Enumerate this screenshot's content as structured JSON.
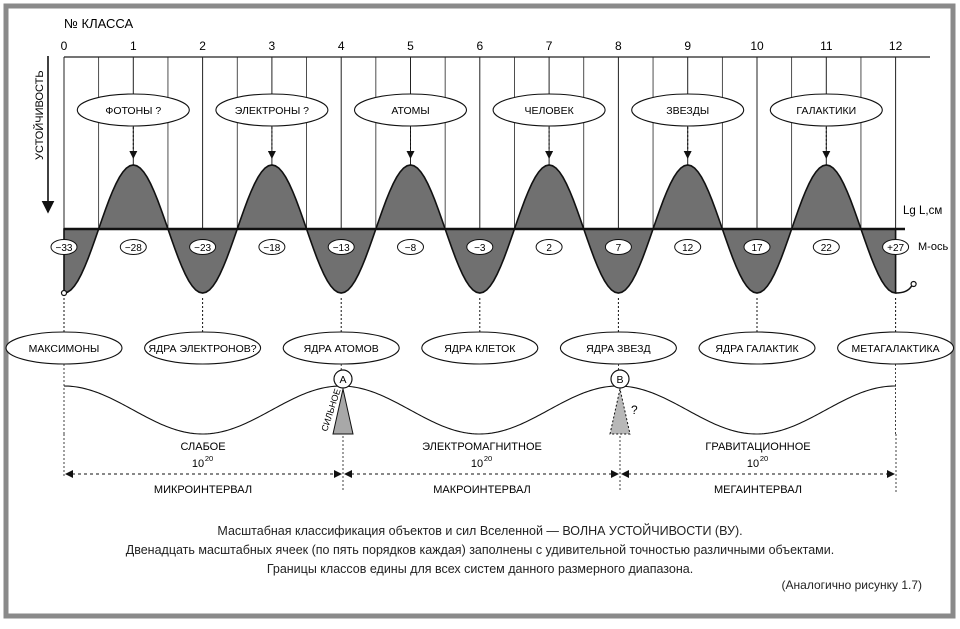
{
  "header": {
    "class_label": "№ КЛАССА",
    "y_axis_label": "УСТОЙЧИВОСТЬ",
    "x_axis_label": "Lg L,см",
    "m_axis_label": "М-ось"
  },
  "class_numbers": [
    "0",
    "1",
    "2",
    "3",
    "4",
    "5",
    "6",
    "7",
    "8",
    "9",
    "10",
    "11",
    "12"
  ],
  "m_values": [
    "−33",
    "−28",
    "−23",
    "−18",
    "−13",
    "−8",
    "−3",
    "2",
    "7",
    "12",
    "17",
    "22",
    "+27"
  ],
  "top_objects": [
    "ФОТОНЫ ?",
    "ЭЛЕКТРОНЫ ?",
    "АТОМЫ",
    "ЧЕЛОВЕК",
    "ЗВЕЗДЫ",
    "ГАЛАКТИКИ"
  ],
  "bottom_objects": [
    "МАКСИМОНЫ",
    "ЯДРА ЭЛЕКТРОНОВ?",
    "ЯДРА АТОМОВ",
    "ЯДРА КЛЕТОК",
    "ЯДРА ЗВЕЗД",
    "ЯДРА ГАЛАКТИК",
    "МЕТАГАЛАКТИКА"
  ],
  "markers": {
    "a": "A",
    "b": "B",
    "strong": "СИЛЬНОЕ",
    "question": "?"
  },
  "forces": [
    {
      "name": "СЛАБОЕ",
      "base": "10",
      "exp": "20"
    },
    {
      "name": "ЭЛЕКТРОМАГНИТНОЕ",
      "base": "10",
      "exp": "20"
    },
    {
      "name": "ГРАВИТАЦИОННОЕ",
      "base": "10",
      "exp": "20"
    }
  ],
  "intervals": [
    "МИКРОИНТЕРВАЛ",
    "МАКРОИНТЕРВАЛ",
    "МЕГАИНТЕРВАЛ"
  ],
  "caption": {
    "line1": "Масштабная классификация объектов и сил Вселенной — ВОЛНА УСТОЙЧИВОСТИ (ВУ).",
    "line2": "Двенадцать масштабных ячеек (по пять порядков каждая) заполнены с удивительной точностью различными объектами.",
    "line3": "Границы классов едины для всех систем данного размерного диапазона.",
    "note": "(Аналогично рисунку 1.7)"
  },
  "colors": {
    "frame": "#888888",
    "fill": "#6e6e6e",
    "line": "#111111",
    "light_fill": "#a8a8a8"
  }
}
